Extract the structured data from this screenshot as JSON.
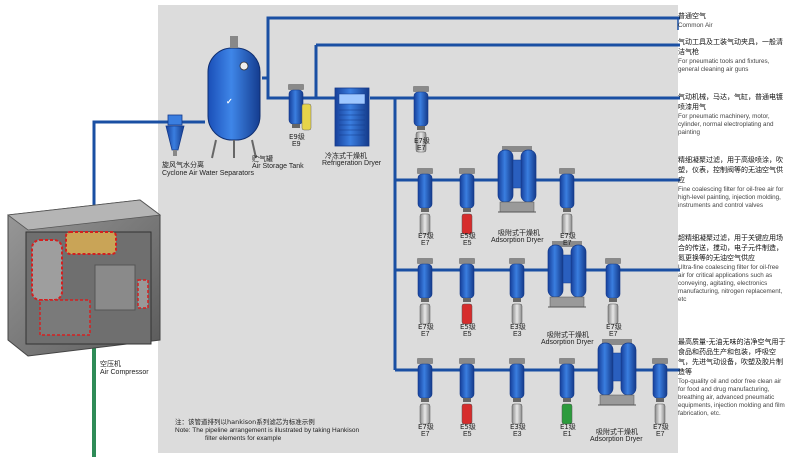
{
  "compressor": {
    "zh": "空压机",
    "en": "Air Compressor"
  },
  "cyclone": {
    "zh": "旋风气水分离",
    "en": "Cyclone Air Water Separators"
  },
  "tank": {
    "zh": "贮气罐",
    "en": "Air Storage Tank"
  },
  "e9": {
    "zh": "E9级",
    "en": "E9"
  },
  "refrig_dryer": {
    "zh": "冷冻式干燥机",
    "en": "Refrigeration Dryer"
  },
  "e7": {
    "zh": "E7级",
    "en": "E7"
  },
  "e5": {
    "zh": "E5级",
    "en": "E5"
  },
  "e3": {
    "zh": "E3级",
    "en": "E3"
  },
  "e1": {
    "zh": "E1级",
    "en": "E1"
  },
  "adsorption": {
    "zh": "吸附式干燥机",
    "en": "Adsorption Dryer"
  },
  "outputs": [
    {
      "zh": "普通空气",
      "en": "Common Air"
    },
    {
      "zh": "气动工具及工装气动夹具，一般清洁气枪",
      "en": "For pneumatic tools and fixtures, general cleaning air guns"
    },
    {
      "zh": "气动机械，马达，气缸，普通电镀喷漆用气",
      "en": "For pneumatic machinery, motor, cylinder, normal electroplating and painting"
    },
    {
      "zh": "精细凝聚过滤，用于高级喷涂，吹塑，仪表，控制阀等的无油空气供应",
      "en": "Fine coalescing filter for oil-free air for high-level painting, injection molding, instruments and control valves"
    },
    {
      "zh": "超精细凝聚过滤，用于关键应用场合的传送，搅动，电子元件制造，氮更换等的无油空气供应",
      "en": "Ultra-fine coalescing filter for oil-free air for critical applications such as conveying, agitating, electronics manufacturing, nitrogen replacement, etc"
    },
    {
      "zh": "最高质量-无油无味的洁净空气用于食品和药品生产和包装，呼吸空气，先进气动设备，吹塑及胶片制造等",
      "en": "Top-quality oil and odor free clean air for food and drug manufacturing, breathing air, advanced pneumatic equipments, injection molding and film fabrication, etc."
    }
  ],
  "note": {
    "zh": "注：该管道排列以hankison系列滤芯为标准示例",
    "en1": "Note: The pipeline arrangement is illustrated by taking Hankison",
    "en2": "filter elements for example"
  },
  "colors": {
    "pipe": "#1a4fa3",
    "panel": "#d9d9d9",
    "green_pipe": "#2e8b57",
    "filter_blue": "#1f5fc4",
    "cartridge_red": "#d62c2c",
    "cartridge_green": "#2c9b3c"
  }
}
